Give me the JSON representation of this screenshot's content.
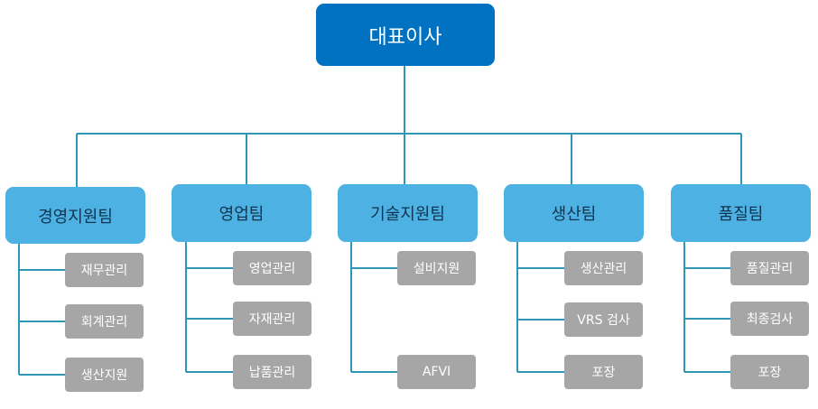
{
  "diagram": {
    "ceo": "대표이사",
    "teams": [
      {
        "name": "경영지원팀",
        "subs": [
          "재무관리",
          "회계관리",
          "생산지원"
        ]
      },
      {
        "name": "영업팀",
        "subs": [
          "영업관리",
          "자재관리",
          "납품관리"
        ]
      },
      {
        "name": "기술지원팀",
        "subs": [
          "설비지원",
          "AFVI"
        ]
      },
      {
        "name": "생산팀",
        "subs": [
          "생산관리",
          "VRS 검사",
          "포장"
        ]
      },
      {
        "name": "품질팀",
        "subs": [
          "품질관리",
          "최종검사",
          "포장"
        ]
      }
    ],
    "colors": {
      "ceo_box": "#0072c1",
      "team_box": "#4db2e3",
      "sub_box": "#a6a6a6",
      "connector": "#2e97b8"
    }
  }
}
